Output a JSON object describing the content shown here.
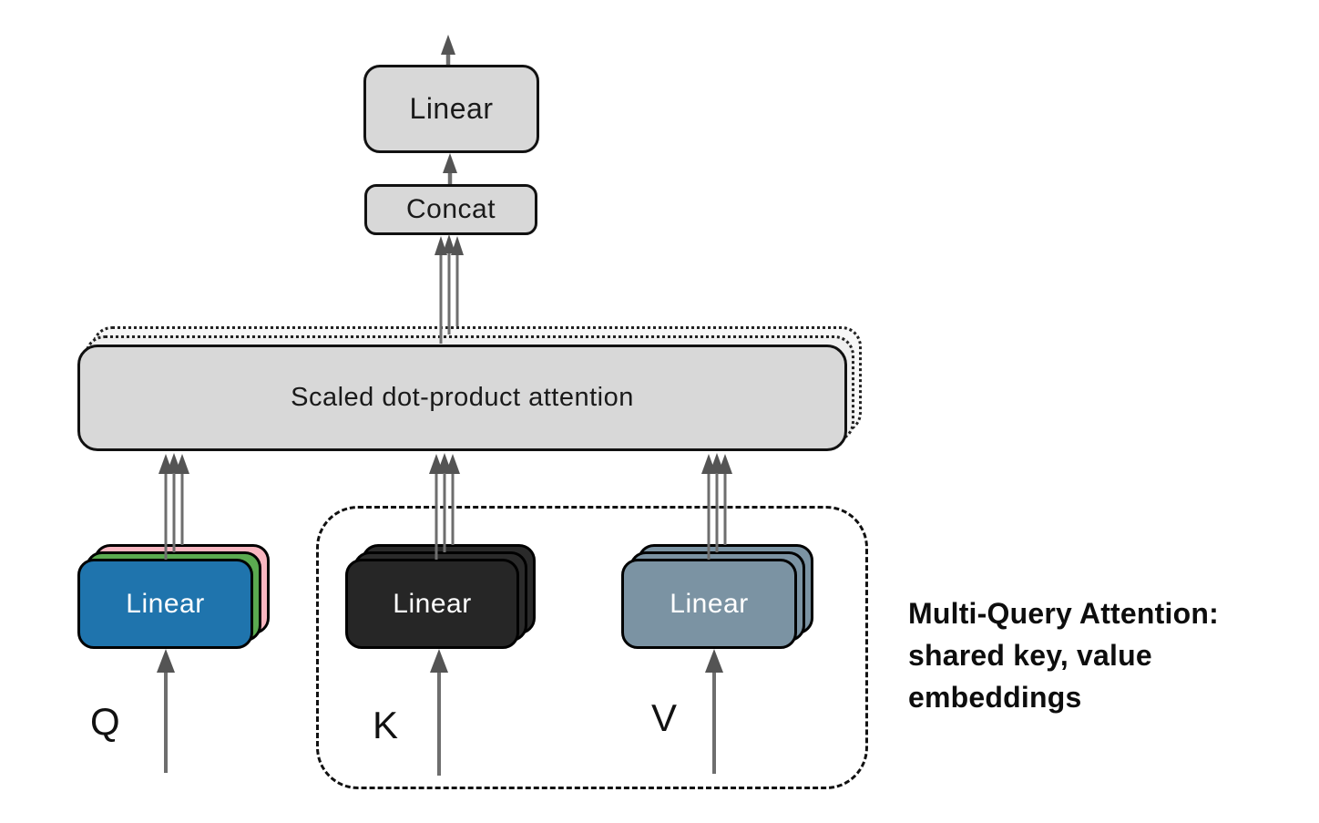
{
  "diagram": {
    "output_linear": {
      "label": "Linear"
    },
    "concat": {
      "label": "Concat"
    },
    "attention": {
      "label": "Scaled dot-product attention"
    },
    "q_stack": {
      "label": "Linear",
      "input_label": "Q",
      "front_color": "#1f74ad",
      "mid_color": "#5baa50",
      "back_color": "#f9b6c0"
    },
    "k_stack": {
      "label": "Linear",
      "input_label": "K",
      "front_color": "#262626",
      "mid_color": "#2a2a2a",
      "back_color": "#2a2a2a"
    },
    "v_stack": {
      "label": "Linear",
      "input_label": "V",
      "front_color": "#7b93a3",
      "mid_color": "#7b93a3",
      "back_color": "#7b93a3"
    },
    "annotation": {
      "lines": [
        "Multi-Query Attention:",
        "shared key, value",
        "embeddings"
      ]
    },
    "colors": {
      "box_fill": "#d8d8d8",
      "sheet_fill_1": "#efefef",
      "sheet_fill_2": "#f7f7f7",
      "box_border": "#111111",
      "arrow": "#6e6e6e",
      "annotation_text": "#0d0d0d"
    }
  }
}
